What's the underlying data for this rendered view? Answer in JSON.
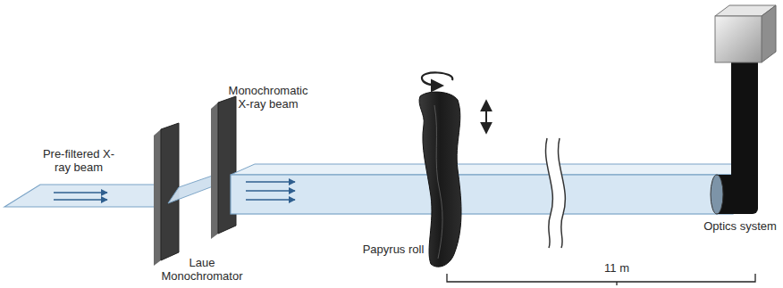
{
  "diagram": {
    "labels": [
      "Pre-filtered X-ray beam",
      "Monochromatic X-ray beam",
      "Laue Monochromator",
      "Papyrus roll",
      "11 m",
      "Optics system"
    ]
  }
}
